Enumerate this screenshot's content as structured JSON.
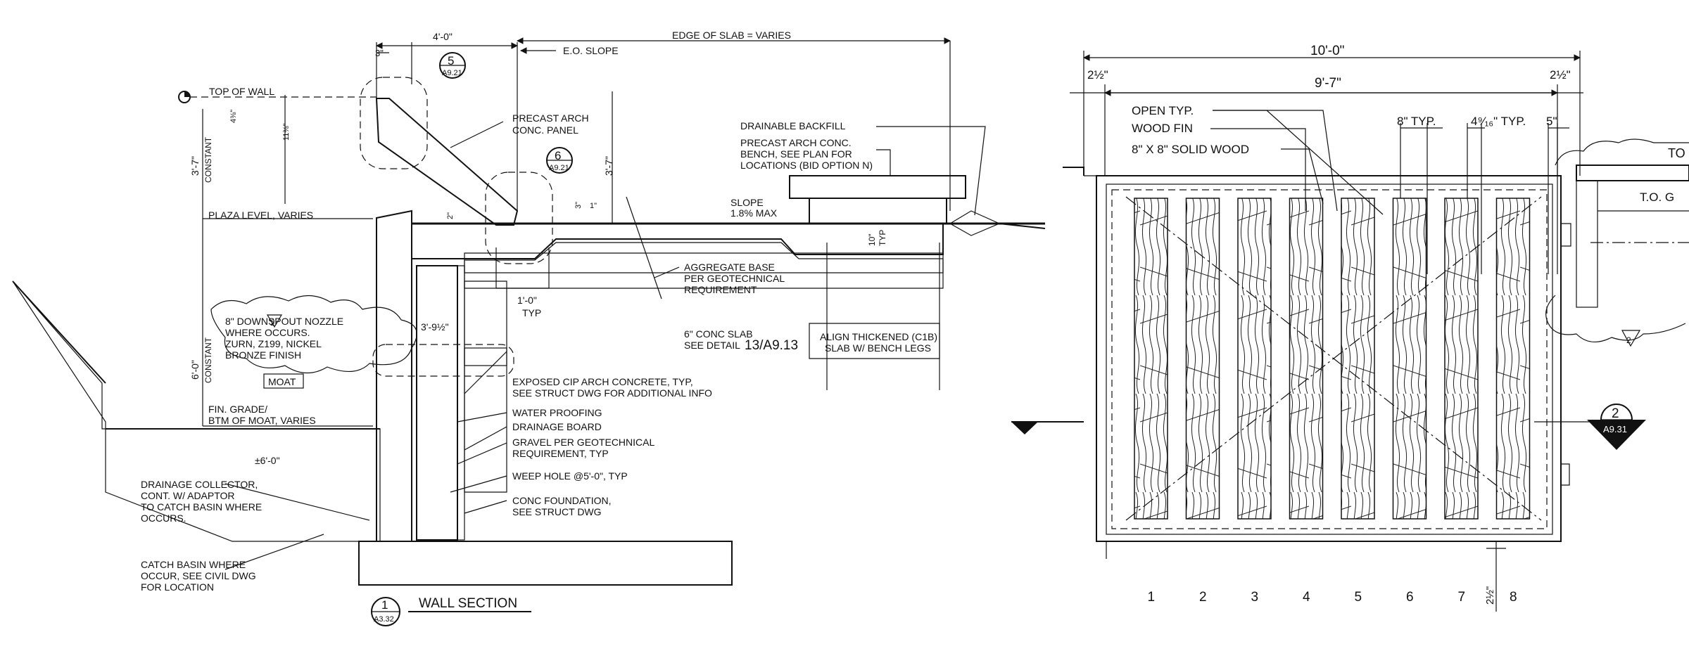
{
  "left_detail": {
    "dimensions": {
      "top_width": "4'-0\"",
      "edge_of_slab": "EDGE OF SLAB = VARIES",
      "three_in": "3\"",
      "wall_height": "3'-7\"",
      "wall_height_label": "CONSTANT",
      "right_height": "3'-7\"",
      "lower_height": "6'-0\"",
      "lower_height_label": "CONSTANT",
      "small_a": "4⅜\"",
      "small_b": "11⅜\"",
      "two_in": "2\"",
      "three_in_b": "3\"",
      "one_in": "1\"",
      "ten_in": "10\"",
      "typ": "TYP",
      "one_ft": "1'-0\"",
      "one_ft_typ": "TYP",
      "three_nine": "3'-9½\"",
      "pm_six": "±6'-0\""
    },
    "labels": {
      "eo_slope": "E.O. SLOPE",
      "top_of_wall": "TOP OF WALL",
      "plaza_level": "PLAZA LEVEL, VARIES",
      "fin_grade_1": "FIN. GRADE/",
      "fin_grade_2": "BTM OF MOAT, VARIES",
      "moat": "MOAT",
      "precast_1": "PRECAST ARCH",
      "precast_2": "CONC. PANEL",
      "drainable": "DRAINABLE BACKFILL",
      "bench_1": "PRECAST ARCH CONC.",
      "bench_2": "BENCH, SEE PLAN FOR",
      "bench_3": "LOCATIONS (BID OPTION N)",
      "slope_1": "SLOPE",
      "slope_2": "1.8% MAX",
      "agg_1": "AGGREGATE BASE",
      "agg_2": "PER GEOTECHNICAL",
      "agg_3": "REQUIREMENT",
      "slab_1": "6\" CONC SLAB",
      "slab_2": "SEE DETAIL",
      "slab_ref": "13/A9.13",
      "align_1": "ALIGN THICKENED (C1B)",
      "align_2": "SLAB W/ BENCH LEGS",
      "nozzle_1": "8\" DOWNSPOUT NOZZLE",
      "nozzle_2": "WHERE OCCURS.",
      "nozzle_3": "ZURN, Z199, NICKEL",
      "nozzle_4": "BRONZE FINISH",
      "exposed_1": "EXPOSED CIP ARCH CONCRETE, TYP,",
      "exposed_2": "SEE STRUCT DWG FOR ADDITIONAL INFO",
      "waterproof": "WATER PROOFING",
      "drainage_board": "DRAINAGE BOARD",
      "gravel_1": "GRAVEL PER GEOTECHNICAL",
      "gravel_2": "REQUIREMENT, TYP",
      "weep": "WEEP HOLE @5'-0\", TYP",
      "found_1": "CONC FOUNDATION,",
      "found_2": "SEE STRUCT DWG",
      "collector_1": "DRAINAGE COLLECTOR,",
      "collector_2": "CONT. W/ ADAPTOR",
      "collector_3": "TO CATCH BASIN WHERE",
      "collector_4": "OCCURS.",
      "catch_1": "CATCH BASIN WHERE",
      "catch_2": "OCCUR, SEE CIVIL DWG",
      "catch_3": "FOR LOCATION"
    },
    "callouts": {
      "c5_num": "5",
      "c5_sheet": "A9.21",
      "c6_num": "6",
      "c6_sheet": "A9.21",
      "rev_tri": "2"
    },
    "title": {
      "num": "1",
      "sheet": "A3.32",
      "text": "WALL SECTION"
    }
  },
  "right_detail": {
    "dimensions": {
      "overall": "10'-0\"",
      "inner": "9'-7\"",
      "left_edge": "2½\"",
      "right_edge": "2½\"",
      "slat_typ": "8\" TYP.",
      "gap_typ": "4⁹⁄₁₆\" TYP.",
      "end_gap": "5\"",
      "bottom_dim": "2½\""
    },
    "labels": {
      "open": "OPEN TYP.",
      "wood_fin": "WOOD FIN",
      "solid_wood": "8\" X 8\" SOLID WOOD",
      "to": "TO",
      "tog": "T.O. G"
    },
    "slat_numbers": [
      "1",
      "2",
      "3",
      "4",
      "5",
      "6",
      "7",
      "8"
    ],
    "callouts": {
      "sec_num": "2",
      "sec_sheet": "A9.31",
      "rev_tri": "2"
    }
  }
}
